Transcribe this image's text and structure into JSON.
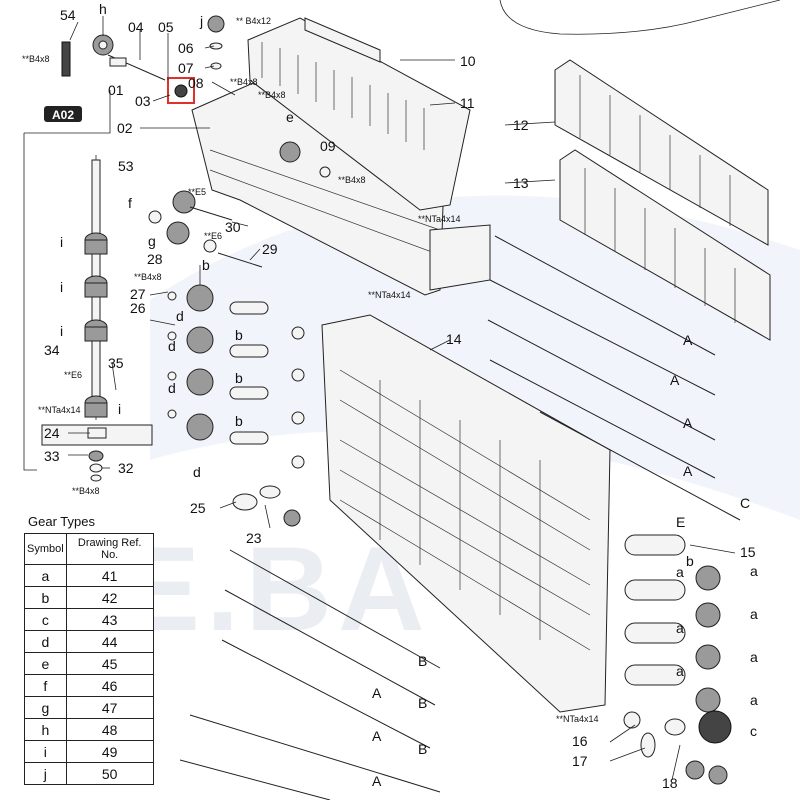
{
  "callout_numbers": [
    "01",
    "02",
    "03",
    "04",
    "05",
    "06",
    "07",
    "08",
    "09",
    "10",
    "11",
    "12",
    "13",
    "14",
    "15",
    "16",
    "17",
    "18",
    "23",
    "24",
    "25",
    "26",
    "27",
    "28",
    "29",
    "30",
    "32",
    "33",
    "34",
    "35",
    "53",
    "54"
  ],
  "gear_symbols_on_drawing": [
    "a",
    "b",
    "c",
    "d",
    "e",
    "f",
    "g",
    "h",
    "i",
    "j"
  ],
  "axle_markers": [
    "A",
    "B",
    "C",
    "E"
  ],
  "screw_notes": {
    "b4x8": "**B4x8",
    "b4x12": "**\nB4x12",
    "nta4x14": "**NTa4x14",
    "e6": "**E6",
    "e5": "**E5"
  },
  "section_badge": "A02",
  "highlight_color": "#e0302a",
  "gear_table": {
    "title": "Gear Types",
    "headers": [
      "Symbol",
      "Drawing Ref. No."
    ],
    "rows": [
      {
        "symbol": "a",
        "ref": "41"
      },
      {
        "symbol": "b",
        "ref": "42"
      },
      {
        "symbol": "c",
        "ref": "43"
      },
      {
        "symbol": "d",
        "ref": "44"
      },
      {
        "symbol": "e",
        "ref": "45"
      },
      {
        "symbol": "f",
        "ref": "46"
      },
      {
        "symbol": "g",
        "ref": "47"
      },
      {
        "symbol": "h",
        "ref": "48"
      },
      {
        "symbol": "i",
        "ref": "49"
      },
      {
        "symbol": "j",
        "ref": "50"
      }
    ]
  },
  "watermark_text": "E.BA"
}
